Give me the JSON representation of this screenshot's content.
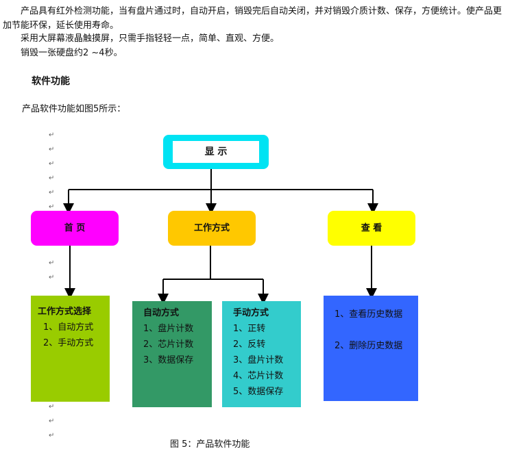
{
  "intro": {
    "p1": "产品具有红外检测功能，当有盘片通过时，自动开启，销毁完后自动关闭，并对销毁介质计数、保存，方便统计。使产品更加节能环保，延长使用寿命。",
    "p2": "采用大屏幕液晶触摸屏，只需手指轻轻一点，简单、直观、方便。",
    "p3": "销毁一张硬盘约2 ~4秒。"
  },
  "section": {
    "title": "软件功能",
    "intro": "产品软件功能如图5所示："
  },
  "mark": "↵",
  "diagram": {
    "root": "显  示",
    "level1": [
      "首  页",
      "工作方式",
      "查  看"
    ],
    "mode_select": {
      "title": "工作方式选择",
      "items": [
        "1、自动方式",
        "2、手动方式"
      ]
    },
    "auto": {
      "title": "自动方式",
      "items": [
        "1、盘片计数",
        "2、芯片计数",
        "3、数据保存"
      ]
    },
    "manual": {
      "title": "手动方式",
      "items": [
        "1、正转",
        "2、反转",
        "3、盘片计数",
        "4、芯片计数",
        "5、数据保存"
      ]
    },
    "history": {
      "items": [
        "1、查看历史数据",
        "2、删除历史数据"
      ]
    },
    "colors": {
      "root": "#00e3f3",
      "home": "#ff00ff",
      "mode": "#ffc800",
      "view": "#ffff00",
      "mode_select": "#99cc00",
      "auto": "#339966",
      "manual": "#33cccc",
      "history": "#3366ff"
    }
  },
  "caption": "图 5：产品软件功能"
}
